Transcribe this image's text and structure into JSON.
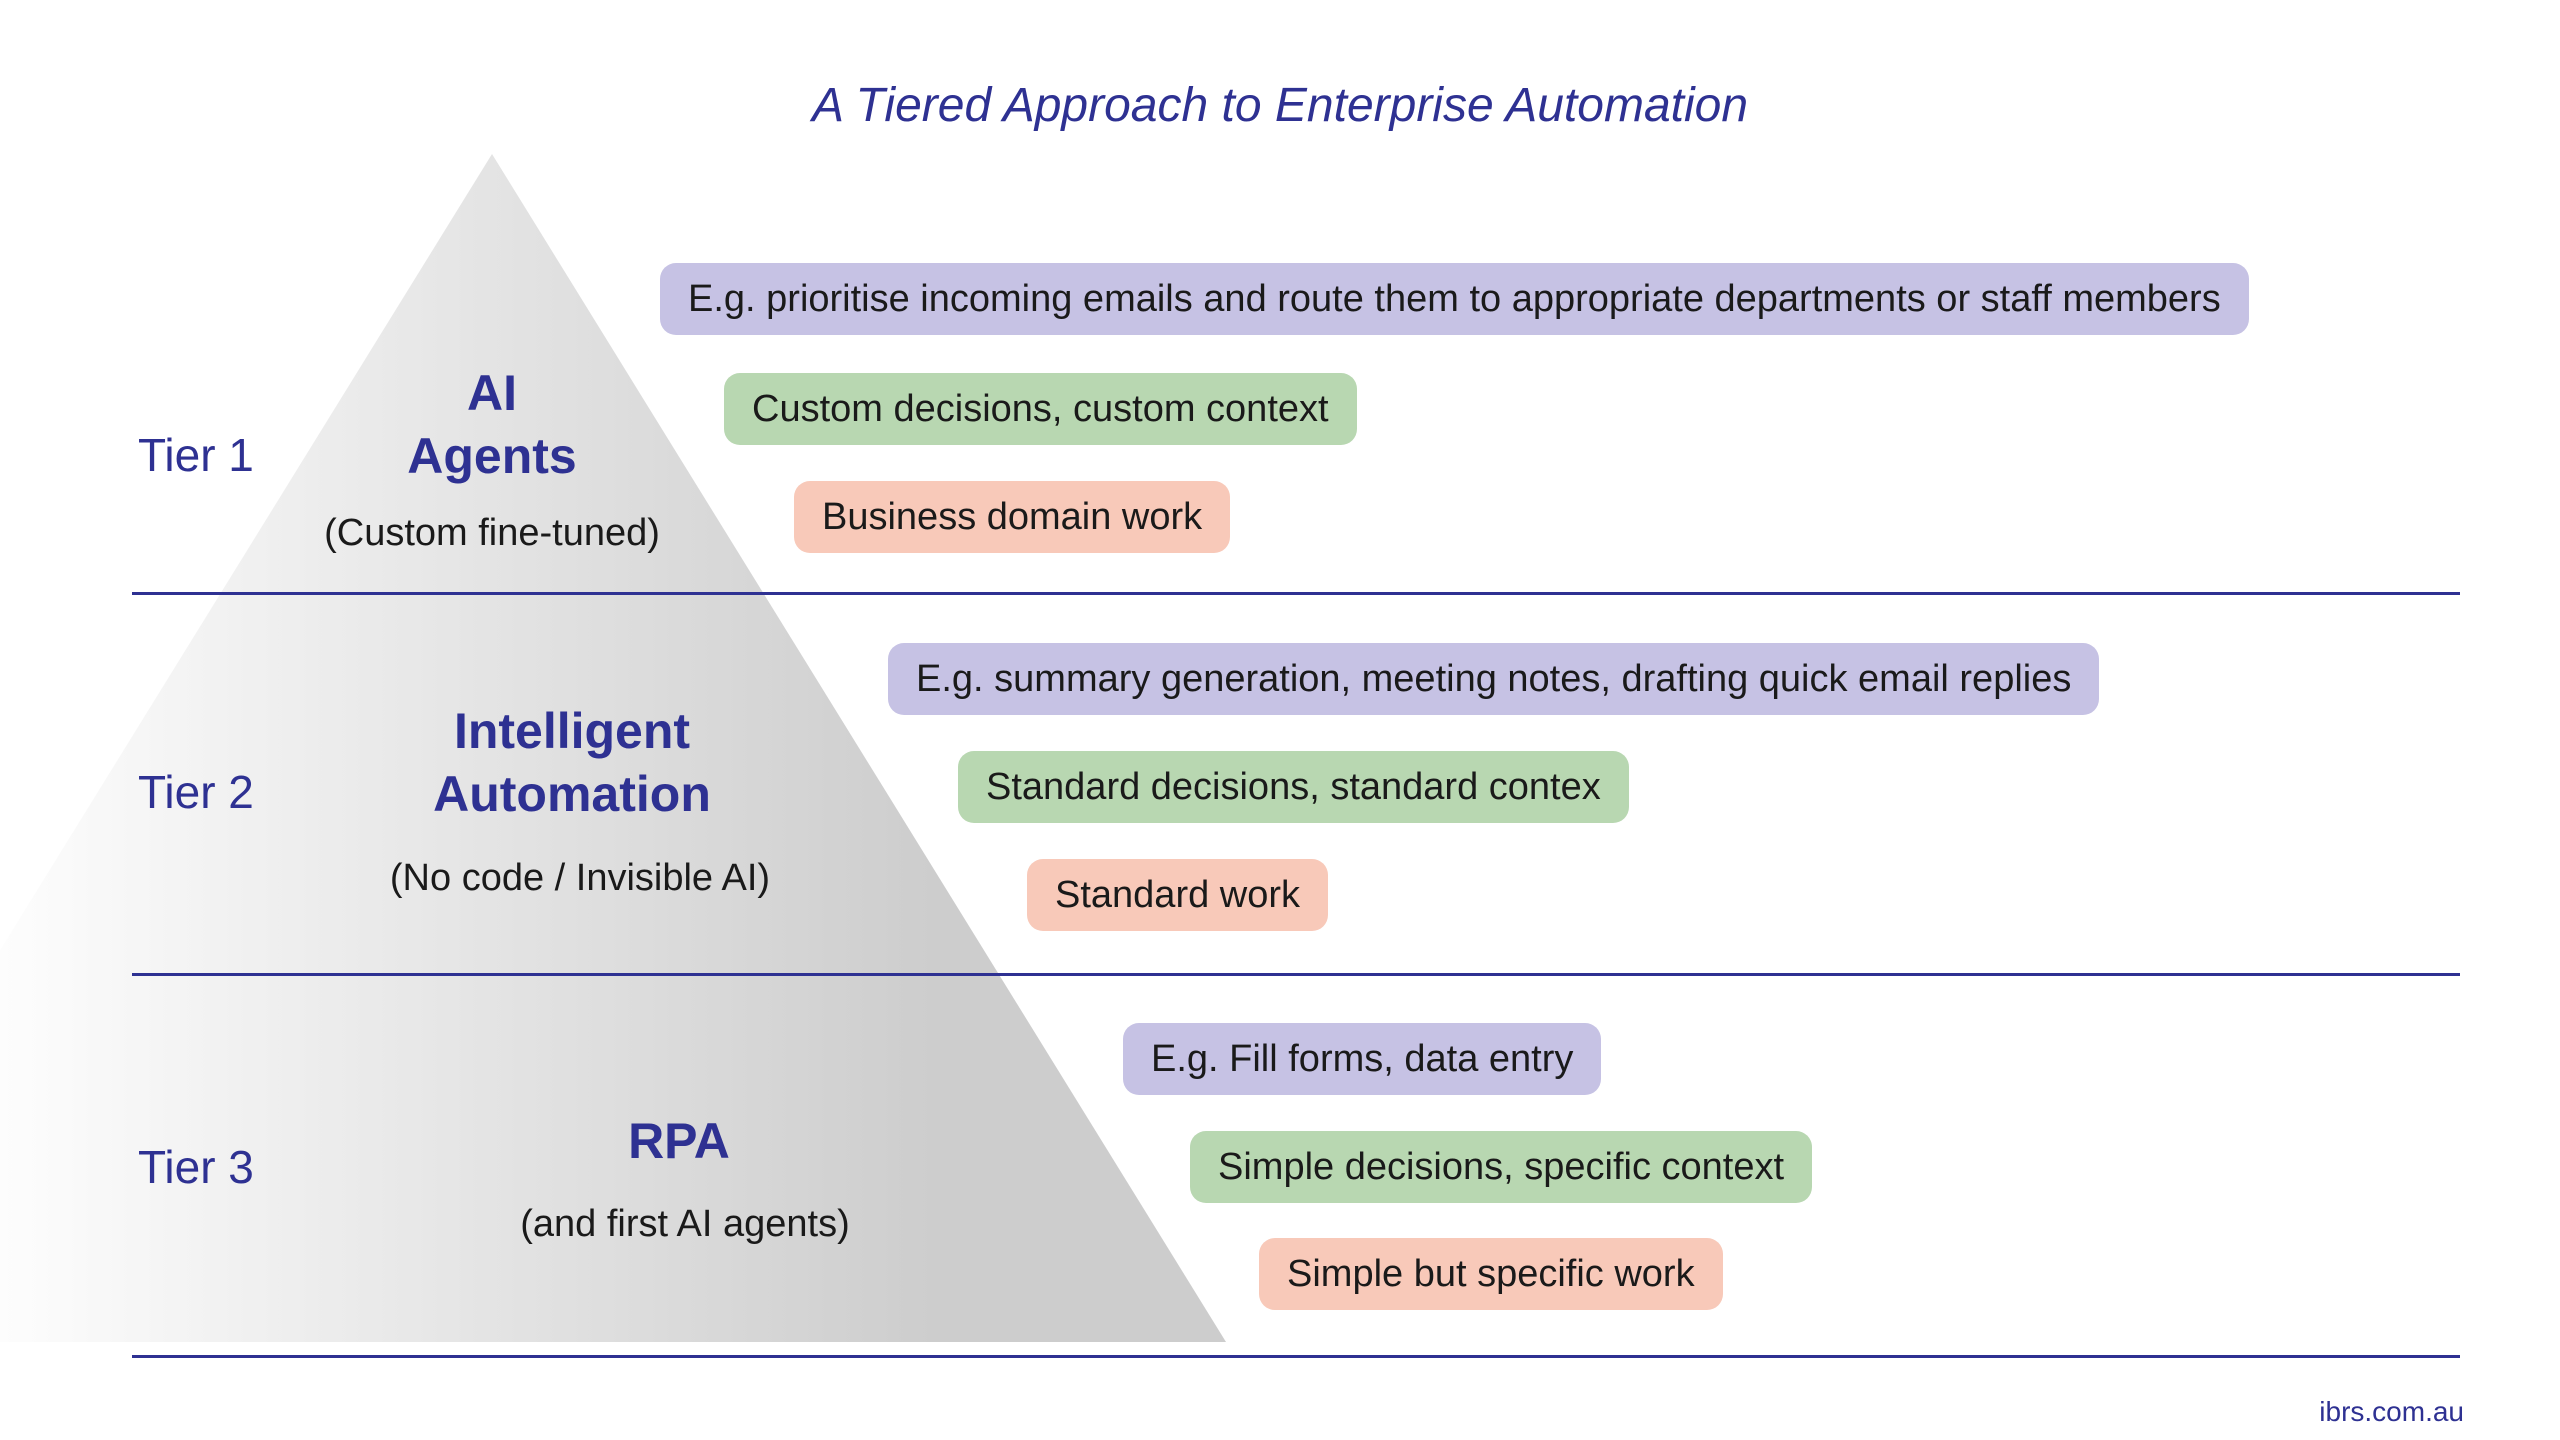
{
  "title": "A Tiered Approach to Enterprise Automation",
  "footer": {
    "text": "ibrs.com.au"
  },
  "colors": {
    "navy": "#2e3192",
    "example_pill": "#c6c2e4",
    "decisions_pill": "#b8d7b1",
    "work_pill": "#f8c9b9",
    "pyramid_gradient_from": "#ffffff",
    "pyramid_gradient_to": "#cdcdcd"
  },
  "tiers": [
    {
      "label": "Tier 1",
      "name": "AI\nAgents",
      "subtitle": "(Custom fine-tuned)",
      "example": "E.g. prioritise incoming emails and route them to appropriate departments or staff members",
      "decisions": "Custom decisions, custom context",
      "work": "Business domain work"
    },
    {
      "label": "Tier 2",
      "name": "Intelligent\nAutomation",
      "subtitle": "(No code / Invisible AI)",
      "example": "E.g. summary generation, meeting notes, drafting quick email replies",
      "decisions": "Standard decisions, standard contex",
      "work": "Standard work"
    },
    {
      "label": "Tier 3",
      "name": "RPA",
      "subtitle": "(and first AI agents)",
      "example": "E.g. Fill forms, data entry",
      "decisions": "Simple decisions, specific context",
      "work": "Simple but specific work"
    }
  ]
}
